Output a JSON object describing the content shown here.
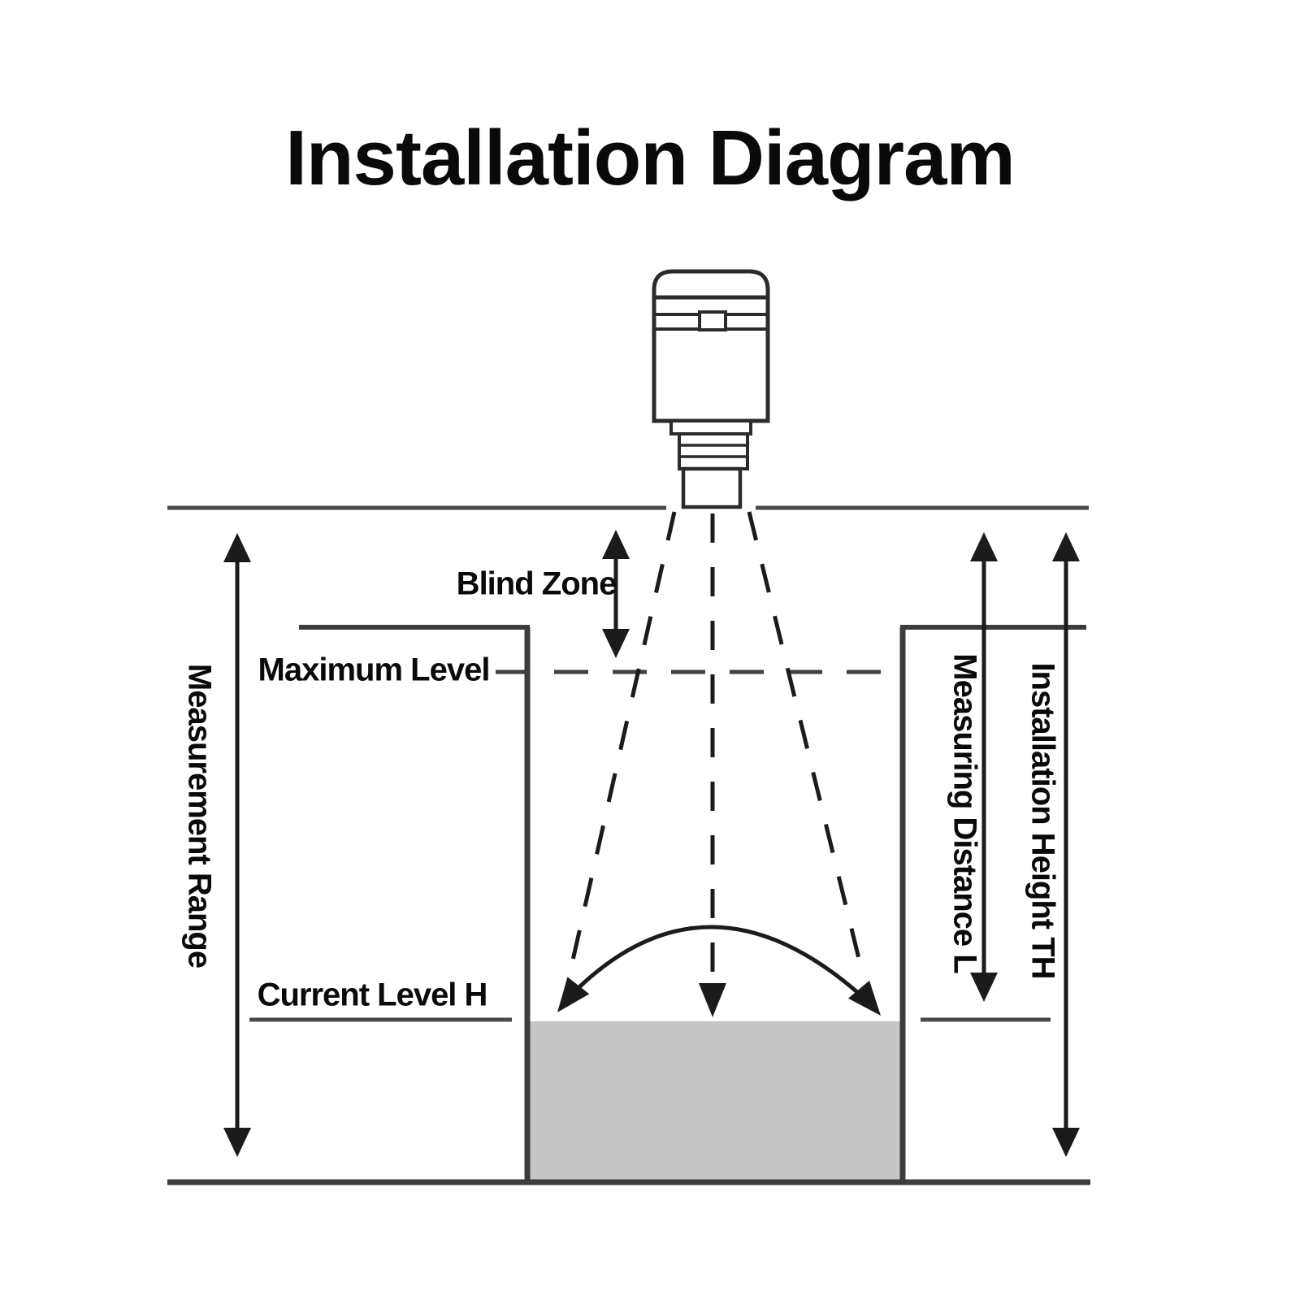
{
  "title": "Installation Diagram",
  "labels": {
    "blind_zone": "Blind Zone",
    "maximum_level": "Maximum Level",
    "current_level": "Current Level H",
    "measurement_range": "Measurement Range",
    "measuring_distance": "Measuring Distance L",
    "installation_height": "Installation Height TH"
  },
  "colors": {
    "background": "#ffffff",
    "structure_line": "#4a4a4a",
    "sensor_outline": "#2b2b2b",
    "arrow_and_beam": "#1b1b1b",
    "text": "#0a0a0a",
    "liquid_fill": "#c6c6c6"
  }
}
